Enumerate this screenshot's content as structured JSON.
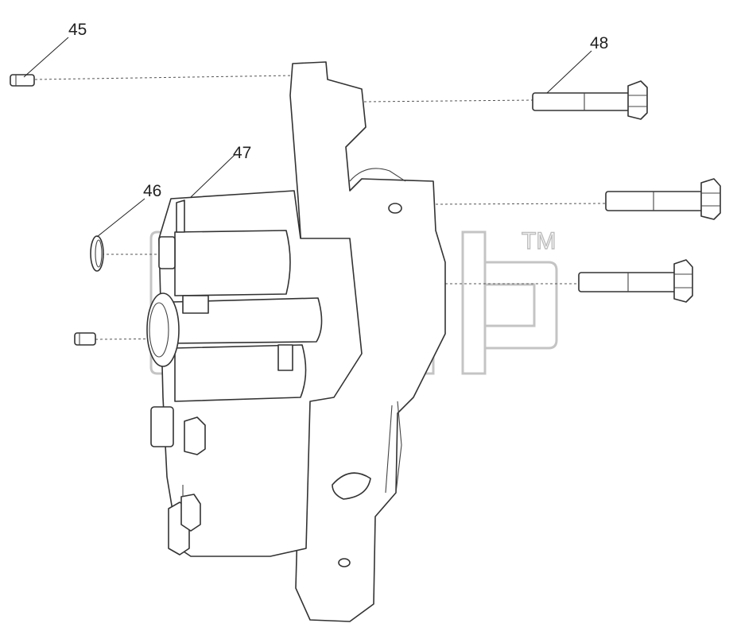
{
  "diagram": {
    "callouts": [
      {
        "id": "c45",
        "label": "45"
      },
      {
        "id": "c46",
        "label": "46"
      },
      {
        "id": "c47",
        "label": "47"
      },
      {
        "id": "c48",
        "label": "48"
      }
    ],
    "watermark": {
      "trademark": "TM"
    }
  }
}
